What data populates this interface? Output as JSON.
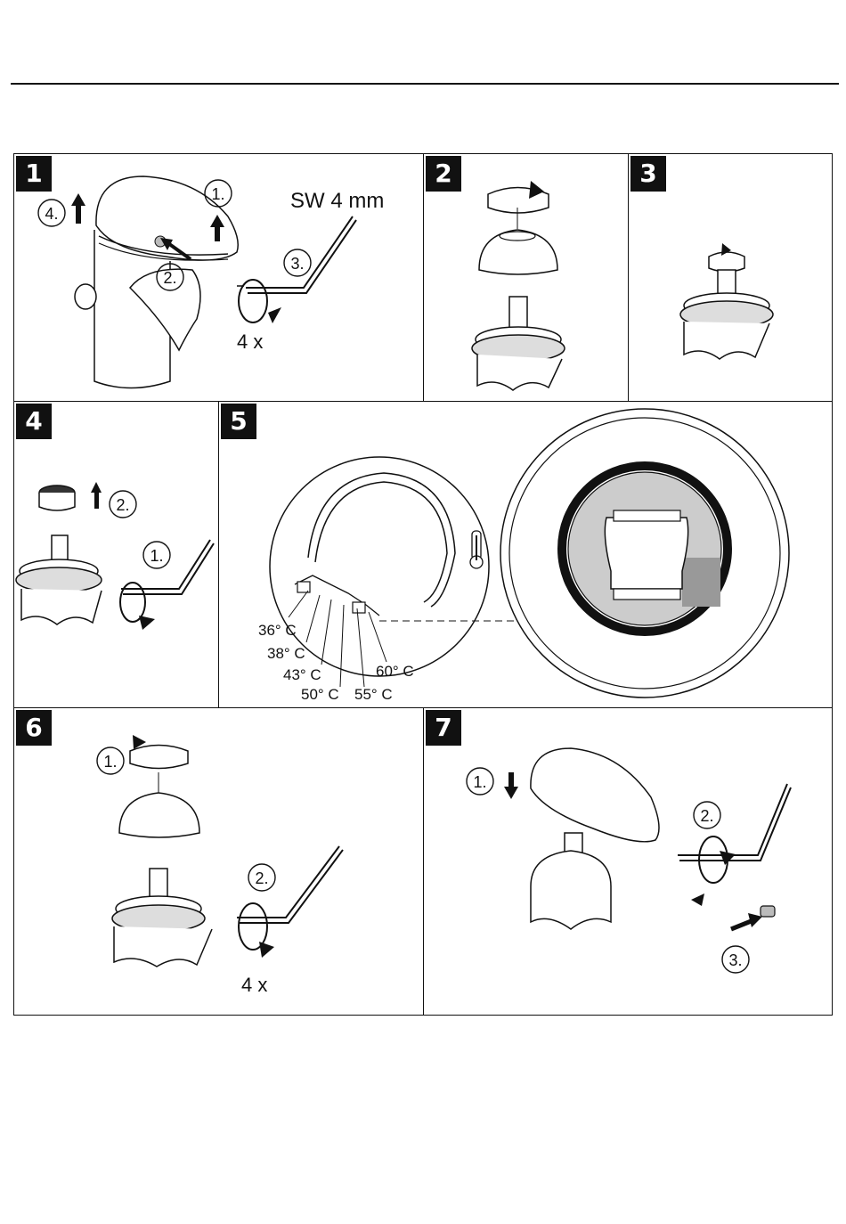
{
  "steps": [
    {
      "number": "1",
      "labels": {
        "tool": "SW 4 mm",
        "s1": "1.",
        "s2": "2.",
        "s3": "3.",
        "s4": "4.",
        "turns": "4 x"
      }
    },
    {
      "number": "2"
    },
    {
      "number": "3"
    },
    {
      "number": "4",
      "labels": {
        "s1": "1.",
        "s2": "2."
      }
    },
    {
      "number": "5",
      "labels": {
        "t36": "36° C",
        "t38": "38° C",
        "t43": "43° C",
        "t50": "50° C",
        "t55": "55° C",
        "t60": "60° C"
      }
    },
    {
      "number": "6",
      "labels": {
        "s1": "1.",
        "s2": "2.",
        "turns": "4 x"
      }
    },
    {
      "number": "7",
      "labels": {
        "s1": "1.",
        "s2": "2.",
        "s3": "3."
      }
    }
  ]
}
